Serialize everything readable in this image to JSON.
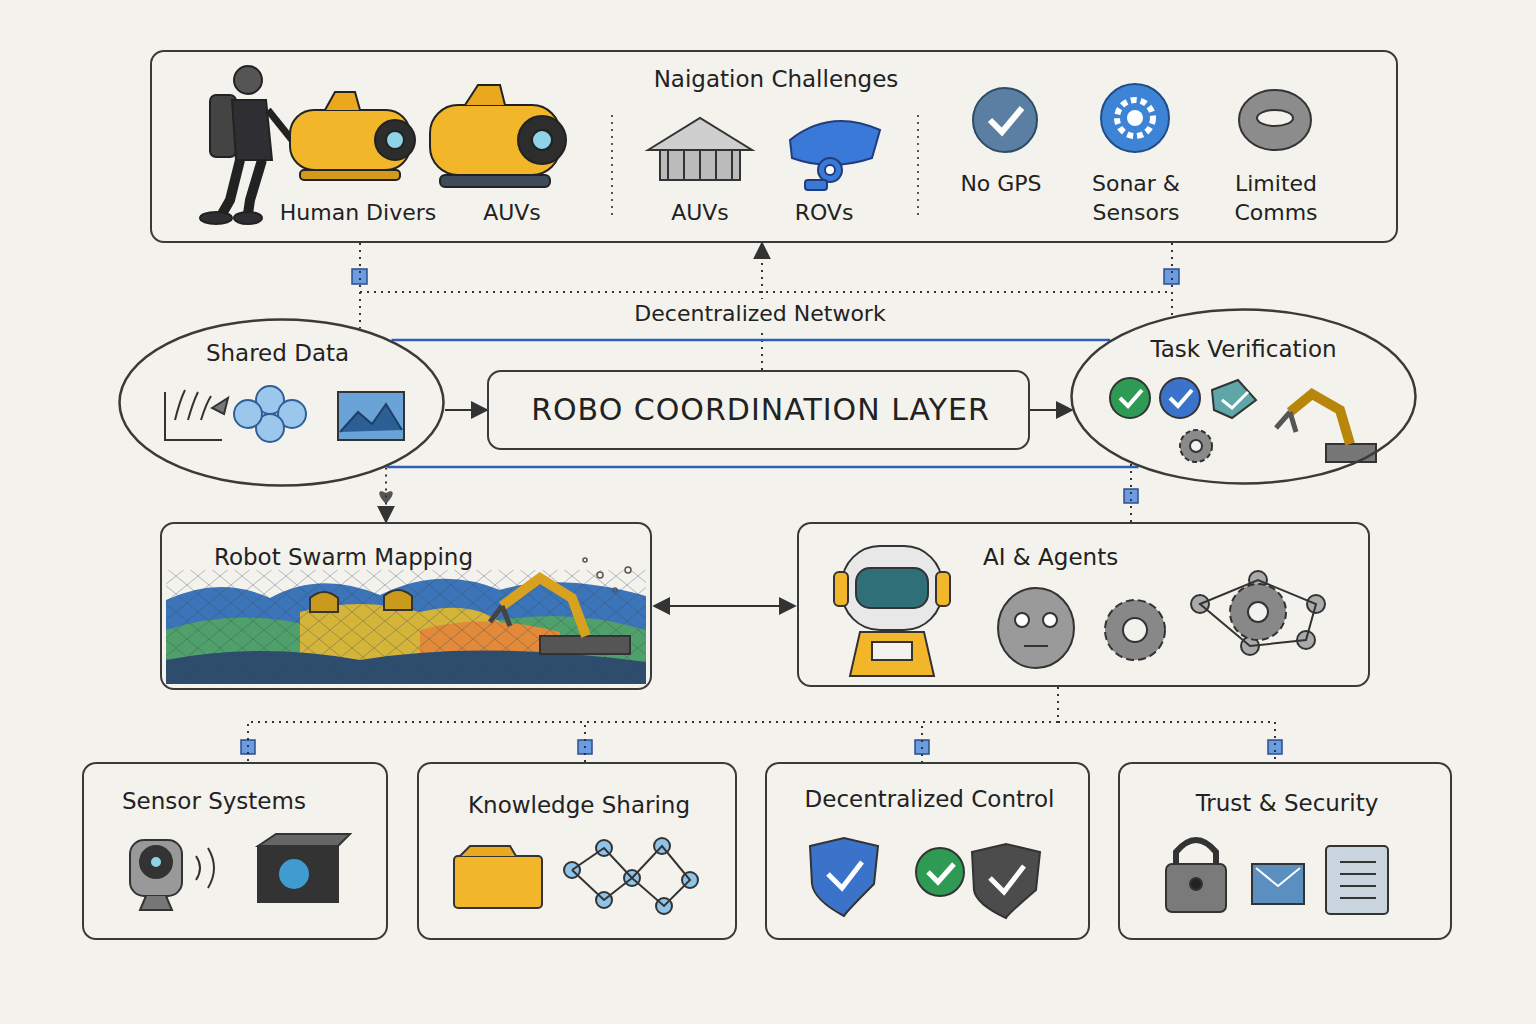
{
  "diagram": {
    "nodes": [
      {
        "text": [
          "Naigation Challenges"
        ]
      },
      {
        "text": [
          "Shared Data"
        ]
      },
      {
        "text": [
          "ROBO COORDINATION LAYER"
        ]
      },
      {
        "text": [
          "Task Verification"
        ]
      },
      {
        "text": [
          "Robot Swarm Mapping"
        ]
      },
      {
        "text": [
          "AI & Agents"
        ]
      },
      {
        "text": [
          "Sensor Systems"
        ]
      },
      {
        "text": [
          "Knowledge Sharing"
        ]
      },
      {
        "text": [
          "Decentralized Control"
        ]
      },
      {
        "text": [
          "Trust & Security"
        ]
      }
    ],
    "edges": [
      {
        "from": 2,
        "to": 0,
        "arrow": "to"
      },
      {
        "from": 0,
        "to": 1,
        "arrow": "none"
      },
      {
        "from": 0,
        "to": 3,
        "arrow": "none"
      },
      {
        "from": 1,
        "to": 2,
        "arrow": "to"
      },
      {
        "from": 2,
        "to": 3,
        "arrow": "to"
      },
      {
        "from": 1,
        "to": 3,
        "arrow": "none"
      },
      {
        "from": 1,
        "to": 3,
        "arrow": "none"
      },
      {
        "from": 1,
        "to": 4,
        "arrow": "to"
      },
      {
        "from": 3,
        "to": 5,
        "arrow": "none"
      },
      {
        "from": 4,
        "to": 5,
        "arrow": "both"
      },
      {
        "from": 5,
        "to": 6,
        "arrow": "none"
      },
      {
        "from": 5,
        "to": 7,
        "arrow": "none"
      },
      {
        "from": 5,
        "to": 8,
        "arrow": "none"
      },
      {
        "from": 5,
        "to": 9,
        "arrow": "none"
      }
    ],
    "labels": [
      "Human Divers",
      "AUVs",
      "AUVs",
      "ROVs",
      "No GPS",
      "Sonar & Sensors",
      "Limited Comms",
      "Decentralized Network"
    ]
  }
}
